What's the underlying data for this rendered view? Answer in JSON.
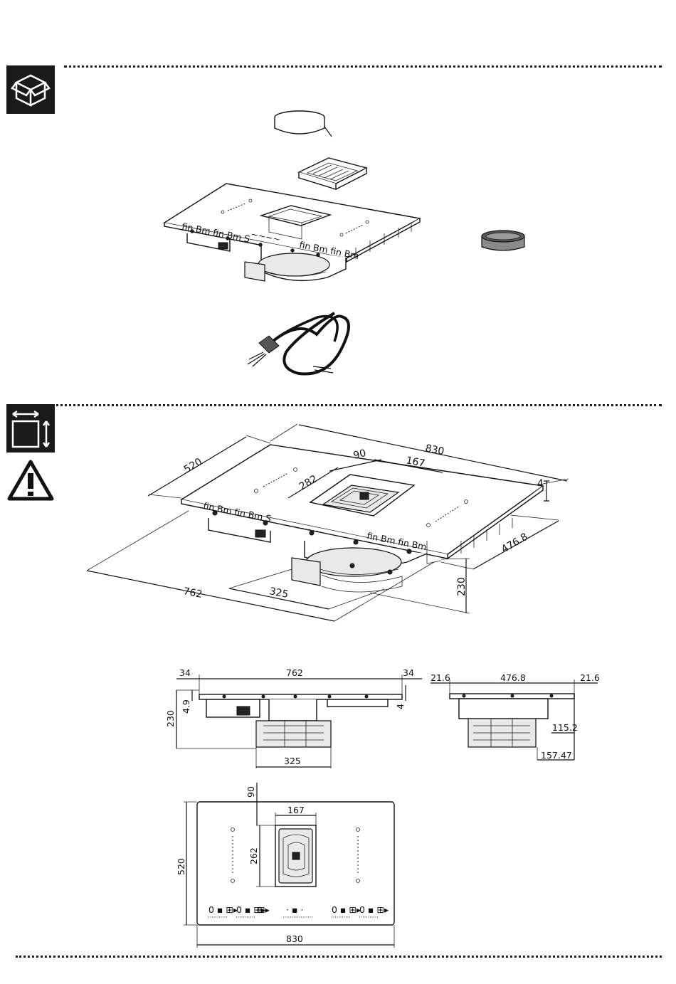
{
  "sections": {
    "package_contents": {
      "icon": "package-box-icon",
      "items": [
        "seal-tape",
        "recirculation-grille",
        "cooktop-with-extractor",
        "charcoal-filter",
        "power-cable"
      ]
    },
    "dimensions": {
      "icons": [
        "dimensions-icon",
        "warning-triangle-icon"
      ]
    }
  },
  "iso_view": {
    "width": "830",
    "depth": "520",
    "vent_offset": "90",
    "vent_width": "167",
    "vent_depth": "282",
    "thickness": "4",
    "cutout_width": "762",
    "cutout_depth": "476.8",
    "motor_width": "325",
    "height": "230"
  },
  "front_view": {
    "margin_left": "34",
    "margin_right": "34",
    "cutout_width": "762",
    "glass_thickness": "4",
    "frame_height": "4.9",
    "total_height": "230",
    "motor_width": "325"
  },
  "side_view": {
    "margin_left": "21.6",
    "margin_right": "21.6",
    "cutout_depth": "476.8",
    "offset_1": "115.2",
    "offset_2": "157.47"
  },
  "top_view": {
    "vent_offset": "90",
    "vent_width": "167",
    "vent_depth": "262",
    "depth": "520",
    "width": "830"
  },
  "colors": {
    "ink": "#111111",
    "icon_bg": "#1a1a1a",
    "page_bg": "#ffffff"
  }
}
